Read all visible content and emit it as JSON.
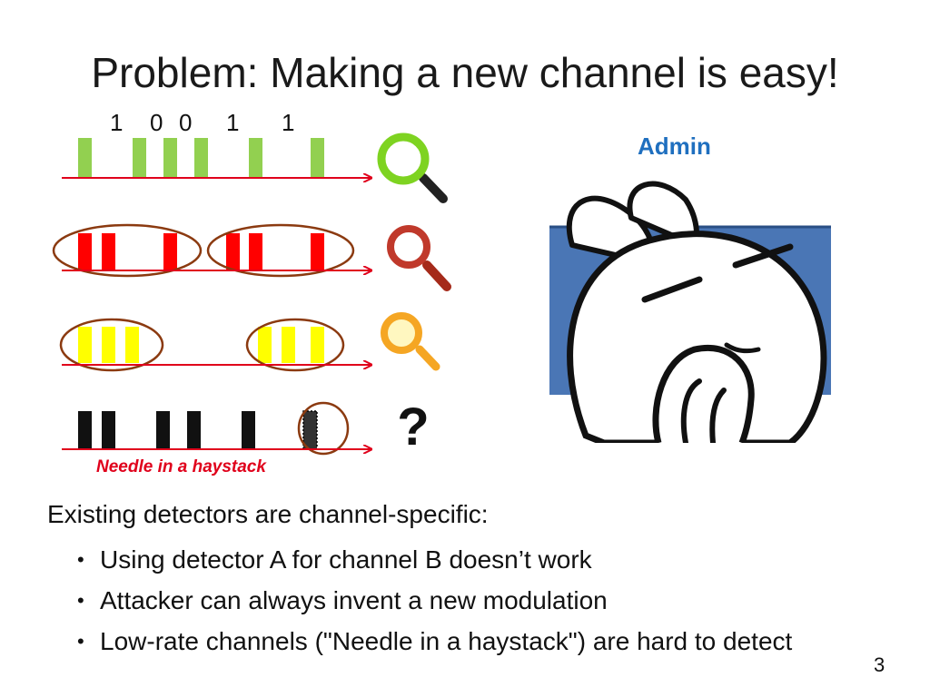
{
  "title": "Problem: Making a new channel is easy!",
  "bit_labels": [
    "1",
    "0",
    "0",
    "1",
    "1"
  ],
  "detection_rows": [
    {
      "row": "green",
      "color": "#92d050",
      "detector_state": "found",
      "magnifier_color": "#7ed321"
    },
    {
      "row": "red",
      "color": "#ff0000",
      "detector_state": "found",
      "magnifier_color": "#c0392b"
    },
    {
      "row": "yellow",
      "color": "#ffff00",
      "detector_state": "found",
      "magnifier_color": "#f5a623"
    },
    {
      "row": "black",
      "color": "#111111",
      "detector_state": "unknown",
      "marker": "?"
    }
  ],
  "needle_label": "Needle in a haystack",
  "admin_label": "Admin",
  "body": {
    "intro": "Existing detectors are channel-specific:",
    "bullets": [
      "Using detector A for channel B doesn’t work",
      "Attacker can always invent a new modulation",
      "Low-rate channels (\"Needle in a haystack\") are hard to detect"
    ]
  },
  "page_number": "3",
  "colors": {
    "arrow": "#e0001b",
    "circle_outline": "#8b3a10",
    "admin_text": "#1f6fbf",
    "needle_text": "#e0001b",
    "admin_background": "#4a76b5"
  }
}
